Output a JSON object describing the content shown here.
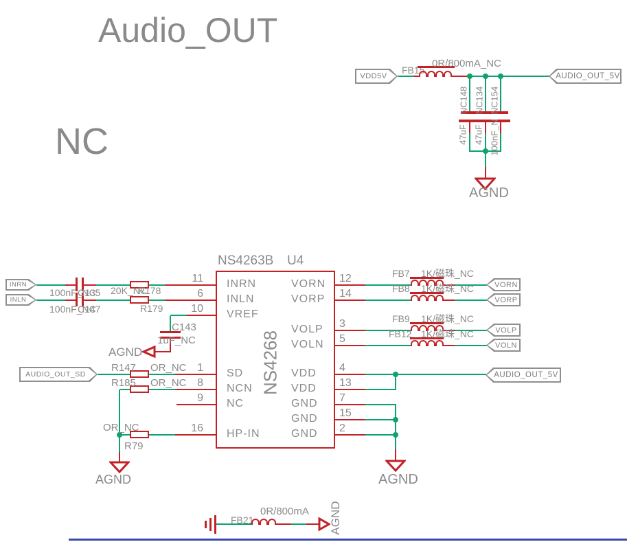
{
  "title": "Audio_OUT",
  "nc_note": "NC",
  "labels": {
    "agnd": "AGND"
  },
  "colors": {
    "wire_green": "#0ca36e",
    "schematic_red": "#c22126",
    "text_gray": "#8a8a8a",
    "connector_gray": "#8f8f8f",
    "sheet_border_blue": "#3949ac"
  },
  "top_rail": {
    "vdd_connector": "VDD5V",
    "fb_ref": "FB15",
    "fb_value": "0R/800mA_NC",
    "out_connector": "AUDIO_OUT_5V",
    "caps": [
      {
        "ref_label": "NC148",
        "value_label": "47uF"
      },
      {
        "ref_label": "NC134",
        "value_label": "47uF"
      },
      {
        "ref_label": "NC154",
        "value_label": "100nF_N"
      }
    ]
  },
  "ic": {
    "part": "NS4263B",
    "ref": "U4",
    "part_vertical": "NS4268",
    "left_pins": [
      {
        "num": "11",
        "label": "INRN"
      },
      {
        "num": "6",
        "label": "INLN"
      },
      {
        "num": "10",
        "label": "VREF"
      },
      {
        "num": "1",
        "label": "SD"
      },
      {
        "num": "8",
        "label": "NCN"
      },
      {
        "num": "9",
        "label": "NC"
      },
      {
        "num": "16",
        "label": "HP-IN"
      }
    ],
    "right_pins": [
      {
        "num": "12",
        "label": "VORN"
      },
      {
        "num": "14",
        "label": "VORP"
      },
      {
        "num": "3",
        "label": "VOLP"
      },
      {
        "num": "5",
        "label": "VOLN"
      },
      {
        "num": "4",
        "label": "VDD"
      },
      {
        "num": "13",
        "label": "VDD"
      },
      {
        "num": "7",
        "label": "GND"
      },
      {
        "num": "15",
        "label": "GND"
      },
      {
        "num": "2",
        "label": "GND"
      }
    ]
  },
  "input": {
    "inrn_connector": "INRN",
    "inln_connector": "INLN",
    "cap1_value": "100nF_NC",
    "cap1_ref": "C135",
    "cap2_value": "100nF_NC",
    "cap2_ref": "C147",
    "r1_value": "20K_NC",
    "r1_ref": "R178",
    "r2_ref": "R179"
  },
  "vref": {
    "cap_ref": "C143",
    "cap_value": "1uF_NC"
  },
  "sd": {
    "connector": "AUDIO_OUT_SD",
    "r147_ref": "R147",
    "r147_value": "OR_NC",
    "r185_ref": "R185",
    "r185_value": "OR_NC",
    "r79_ref": "R79",
    "r79_value": "OR_NC"
  },
  "filters": [
    {
      "ref": "FB7",
      "value": "1K/磁珠_NC",
      "connector": "VORN"
    },
    {
      "ref": "FB8",
      "value": "1K/磁珠_NC",
      "connector": "VORP"
    },
    {
      "ref": "FB9",
      "value": "1K/磁珠_NC",
      "connector": "VOLP"
    },
    {
      "ref": "FB12",
      "value": "1K/磁珠_NC",
      "connector": "VOLN"
    }
  ],
  "power": {
    "out_connector": "AUDIO_OUT_5V"
  },
  "bottom": {
    "fb_ref": "FB21",
    "fb_value": "0R/800mA"
  }
}
